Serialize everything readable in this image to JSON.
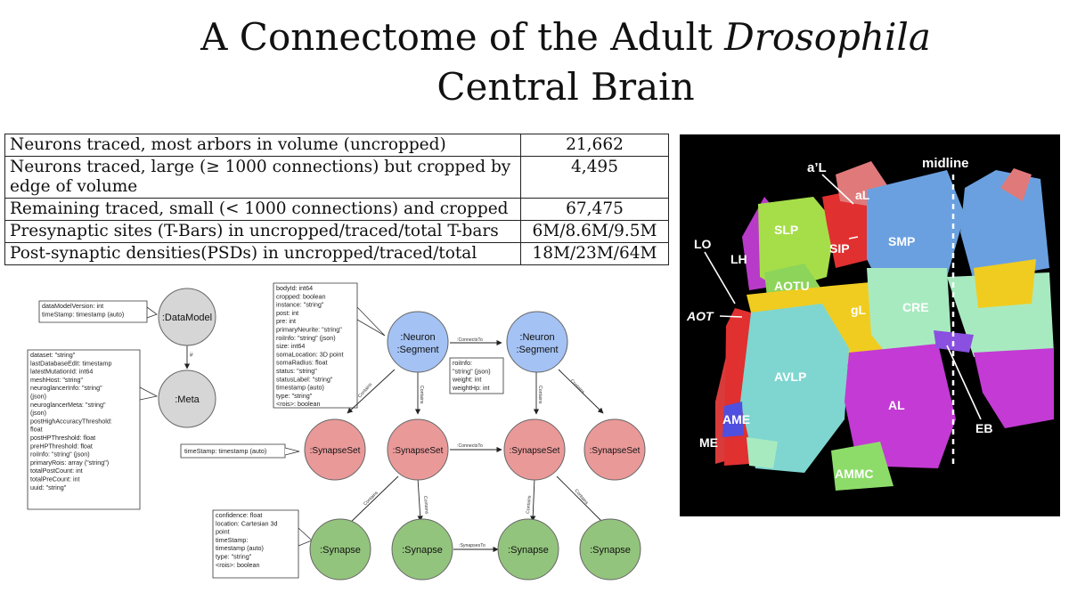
{
  "title": {
    "pre": "A Connectome of the Adult ",
    "italic": "Drosophila",
    "post": " Central Brain"
  },
  "table": [
    {
      "label": "Neurons traced, most arbors in volume (uncropped)",
      "value": "21,662"
    },
    {
      "label": "Neurons traced, large (≥ 1000 connections) but cropped by edge of volume",
      "value": "4,495"
    },
    {
      "label": "Remaining traced, small (< 1000 connections) and cropped",
      "value": "67,475"
    },
    {
      "label": "Presynaptic sites (T-Bars) in uncropped/traced/total T-bars",
      "value": "6M/8.6M/9.5M"
    },
    {
      "label": "Post-synaptic densities(PSDs) in uncropped/traced/total",
      "value": "18M/23M/64M"
    }
  ],
  "diagram": {
    "nodes": {
      "datamodel": ":DataModel",
      "meta": ":Meta",
      "neuron1": [
        ":Neuron",
        ":Segment"
      ],
      "neuron2": [
        ":Neuron",
        ":Segment"
      ],
      "synset0": ":SynapseSet",
      "synset1": ":SynapseSet",
      "synset2": ":SynapseSet",
      "synset3": ":SynapseSet",
      "syn1": ":Synapse",
      "syn2": ":Synapse",
      "syn3": ":Synapse",
      "syn4": ":Synapse"
    },
    "edges": {
      "is": ":Is",
      "connects_to_neuron": ":ConnectsTo",
      "connects_to_synset": ":ConnectsTo",
      "synapses_to": ":SynapsesTo",
      "contains": "Contains"
    },
    "callouts": {
      "datamodel": [
        "dataModelVersion: int",
        "timeStamp: timestamp (auto)"
      ],
      "meta": [
        "dataset: \"string\"",
        "lastDatabaseEdit: timestamp",
        "latestMutationId: int64",
        "meshHost: \"string\"",
        "neuroglancerInfo: \"string\"",
        "(json)",
        "neuroglancerMeta: \"string\"",
        "(json)",
        "postHighAccuracyThreshold:",
        "float",
        "postHPThreshold: float",
        "preHPThreshold: float",
        "roiInfo: \"string\" (json)",
        "primaryRois: array (\"string\")",
        "totalPostCount: int",
        "totalPreCount: int",
        "uuid: \"string\""
      ],
      "neuron": [
        "bodyId: int64",
        "cropped: boolean",
        "instance: \"string\"",
        "post: int",
        "pre: int",
        "primaryNeurite: \"string\"",
        "roiInfo: \"string\" (json)",
        "size: int64",
        "somaLocation: 3D point",
        "somaRadius: float",
        "status: \"string\"",
        "statusLabel: \"string\"",
        "timestamp (auto)",
        "type: \"string\"",
        "<rois>: boolean"
      ],
      "connects": [
        "roiInfo:",
        "\"string\" (json)",
        "weight: int",
        "weightHp: int"
      ],
      "synset": [
        "timeStamp: timestamp (auto)"
      ],
      "synapse": [
        "confidence: float",
        "location: Cartesian 3d",
        "point",
        "timeStamp:",
        "timestamp (auto)",
        "type: \"string\"",
        "<rois>: boolean"
      ]
    }
  },
  "brain": {
    "labels": {
      "midline": "midline",
      "aprimeL": "a’L",
      "aL": "aL",
      "SLP": "SLP",
      "SIP": "SIP",
      "SMP": "SMP",
      "LO": "LO",
      "LH": "LH",
      "AOTU": "AOTU",
      "AOT": "AOT",
      "gL": "gL",
      "CRE": "CRE",
      "AVLP": "AVLP",
      "AL": "AL",
      "AME": "AME",
      "ME": "ME",
      "EB": "EB",
      "AMMC": "AMMC"
    },
    "colors": {
      "blue": "#6aa0e0",
      "red": "#e03030",
      "green": "#a6de4a",
      "yellow": "#f0cc20",
      "cyan": "#7fd6d0",
      "magenta": "#c33ad4",
      "mint": "#a8eac0",
      "purple": "#8a50e0"
    }
  }
}
